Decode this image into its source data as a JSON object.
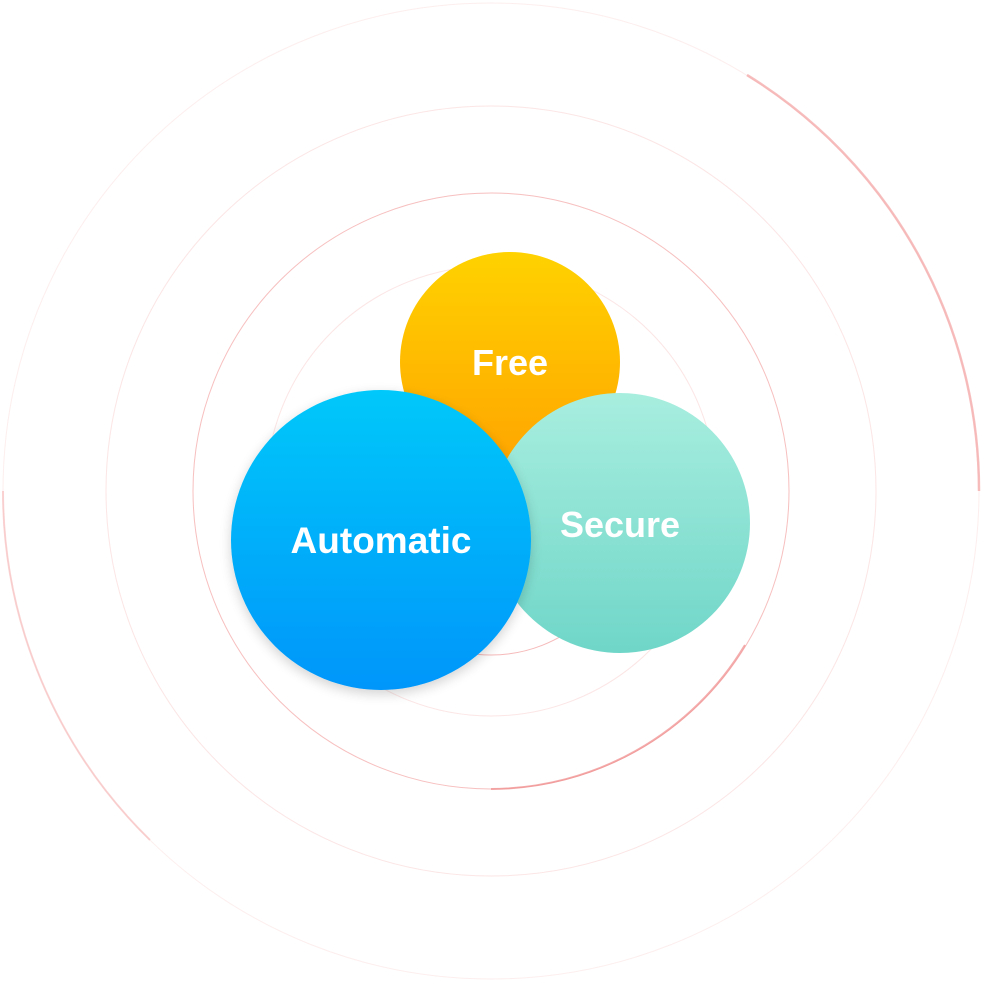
{
  "diagram": {
    "bubbles": [
      {
        "id": "free",
        "label": "Free",
        "color_top": "#FFD200",
        "color_bottom": "#FFA400"
      },
      {
        "id": "secure",
        "label": "Secure",
        "color_top": "#A8EEDF",
        "color_bottom": "#6FD6C8"
      },
      {
        "id": "automatic",
        "label": "Automatic",
        "color_top": "#00C8FA",
        "color_bottom": "#0396FA"
      }
    ],
    "ring_color": "#F08A8A"
  }
}
